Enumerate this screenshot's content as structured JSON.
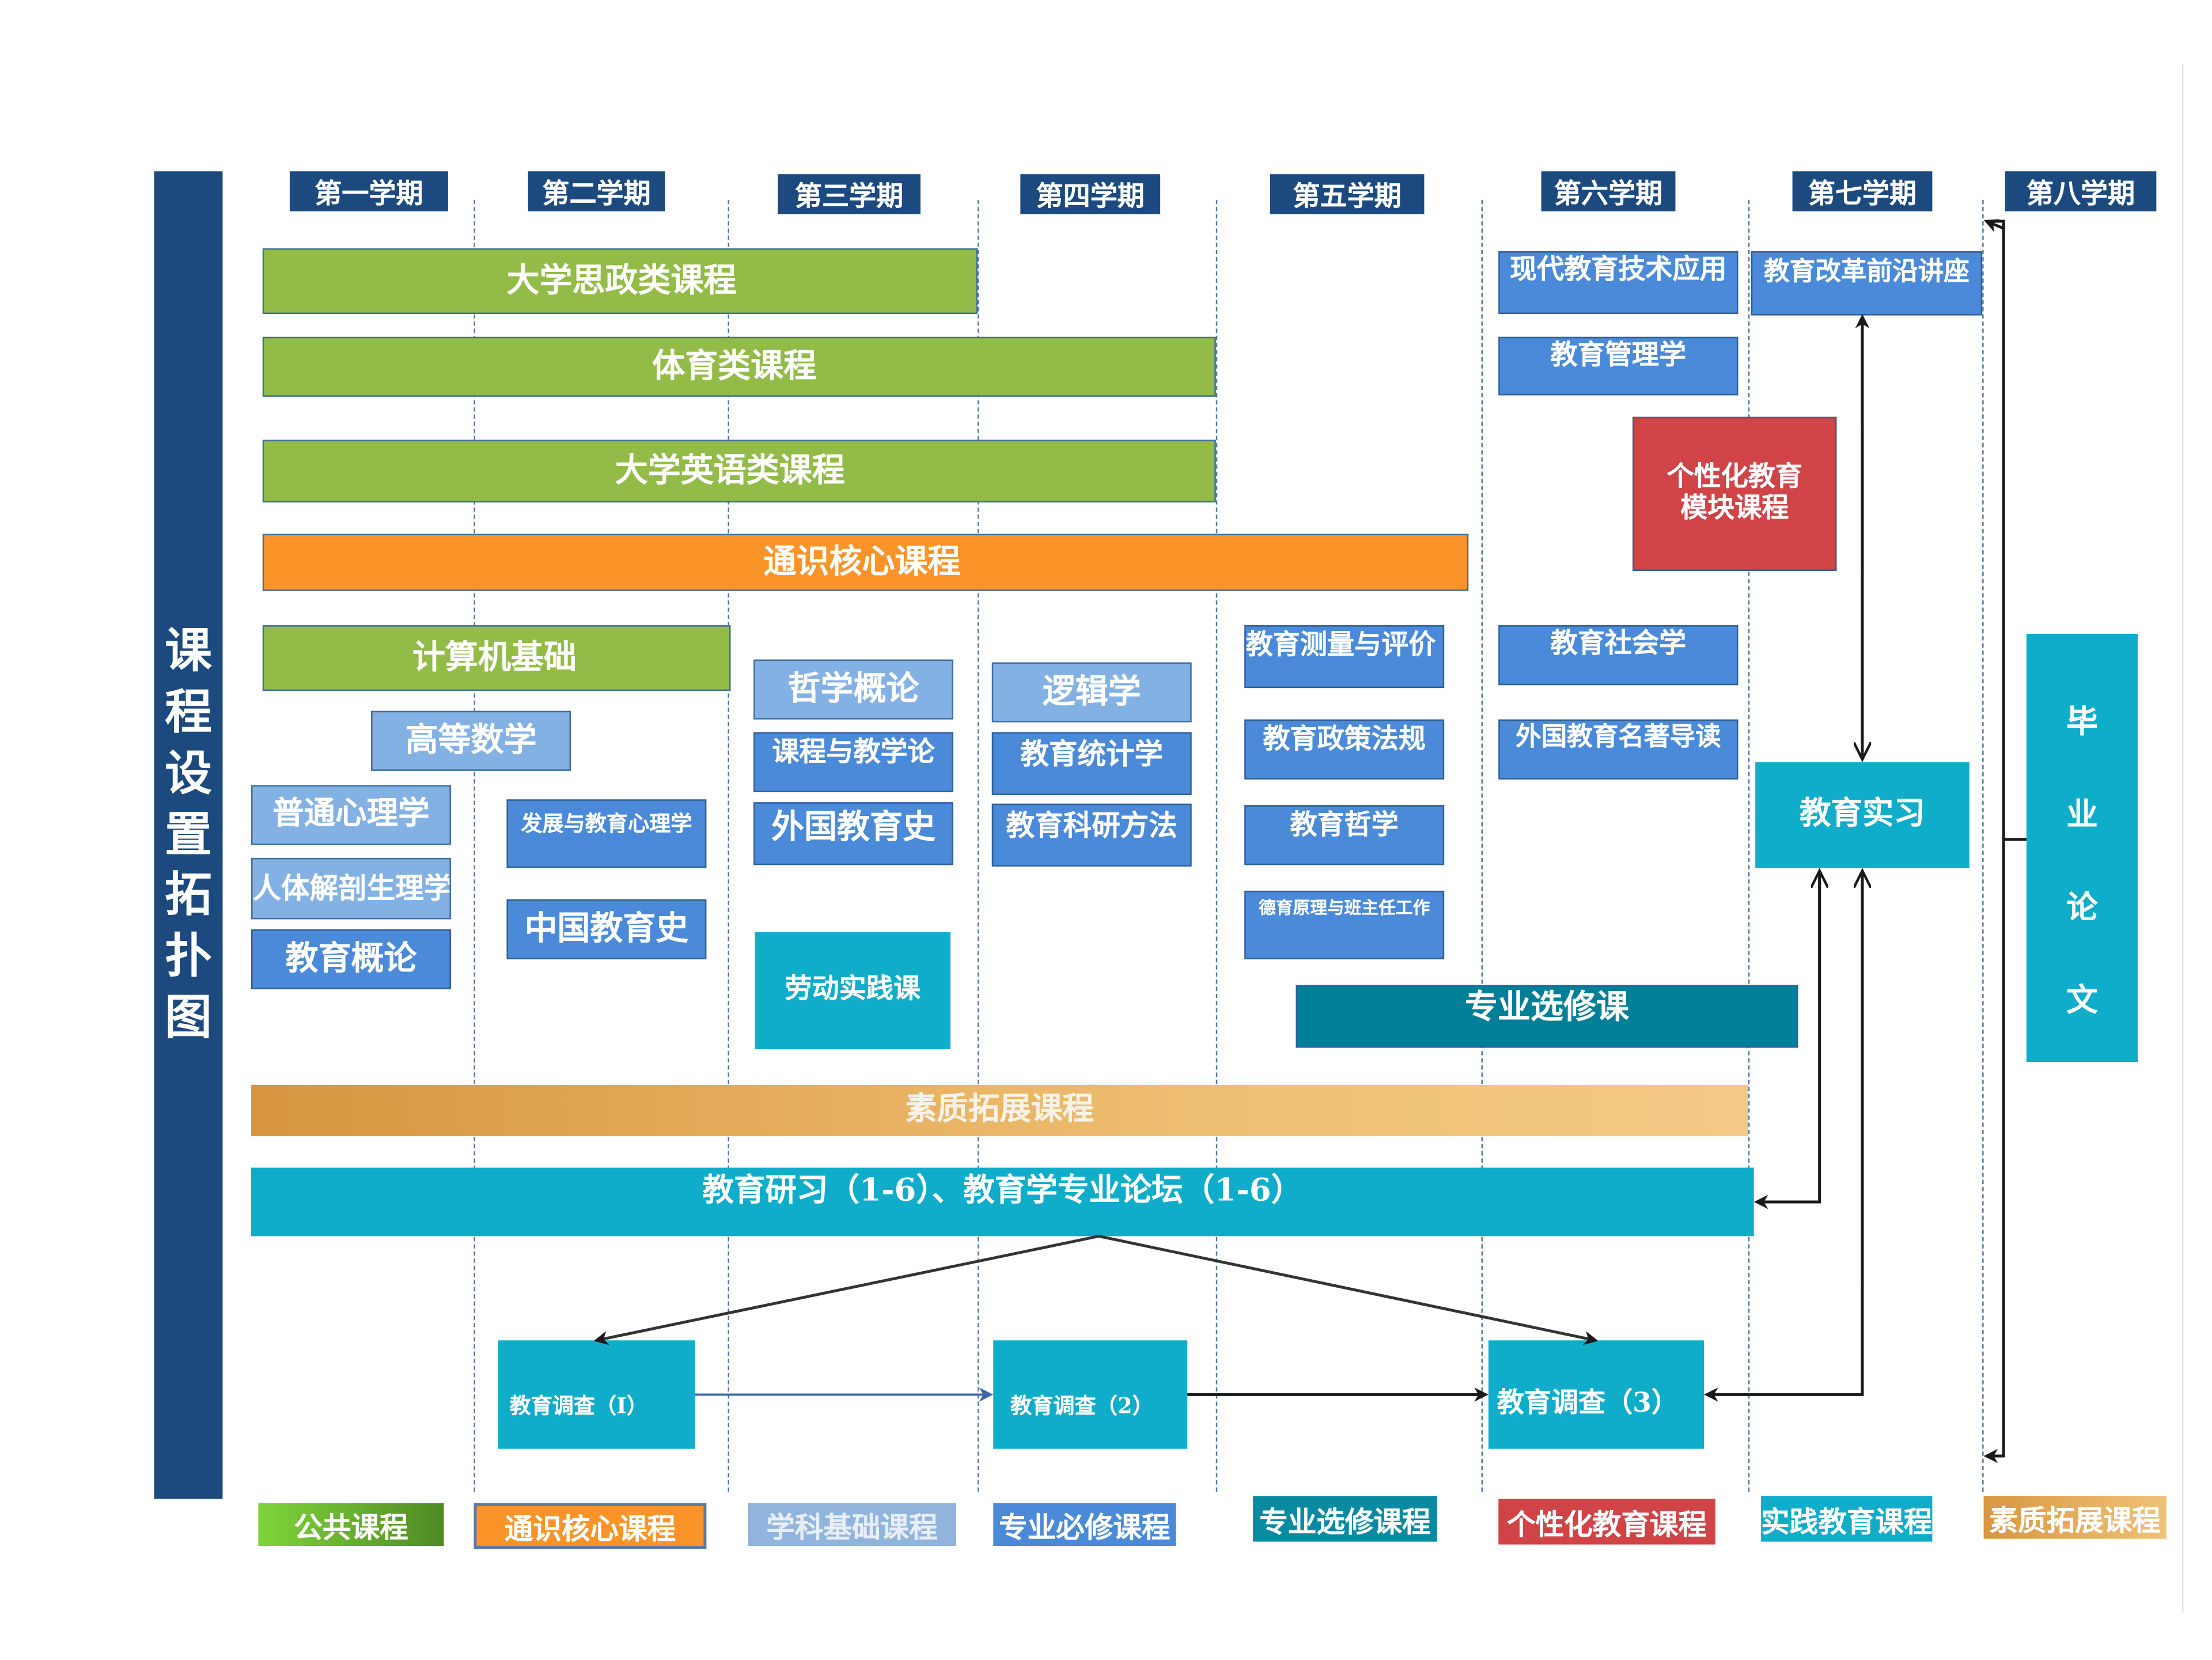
{
  "title": "课程设置拓扑图",
  "semesters": [
    "第一学期",
    "第二学期",
    "第三学期",
    "第四学期",
    "第五学期",
    "第六学期",
    "第七学期",
    "第八学期"
  ],
  "bars": {
    "politics": "大学思政类课程",
    "pe": "体育类课程",
    "english": "大学英语类课程",
    "general_core": "通识核心课程",
    "computer": "计算机基础",
    "quality": "素质拓展课程",
    "research": "教育研习（1-6）、教育学专业论坛（1-6）",
    "electives": "专业选修课"
  },
  "courses": {
    "math": "高等数学",
    "gen_psych": "普通心理学",
    "anatomy": "人体解剖生理学",
    "edu_intro": "教育概论",
    "dev_psych": "发展与教育心理学",
    "cn_edu_history": "中国教育史",
    "philosophy": "哲学概论",
    "curriculum": "课程与教学论",
    "foreign_edu_history": "外国教育史",
    "labor": "劳动实践课",
    "logic": "逻辑学",
    "edu_stats": "教育统计学",
    "edu_research_methods": "教育科研方法",
    "edu_measurement": "教育测量与评价",
    "edu_policy": "教育政策法规",
    "edu_philosophy": "教育哲学",
    "moral_edu": "德育原理与班主任工作",
    "modern_tech": "现代教育技术应用",
    "edu_management": "教育管理学",
    "edu_sociology": "教育社会学",
    "foreign_classics": "外国教育名著导读",
    "reform_lecture": "教育改革前沿讲座",
    "personalized_line1": "个性化教育",
    "personalized_line2": "模块课程",
    "internship": "教育实习",
    "thesis": [
      "毕",
      "业",
      "论",
      "文"
    ],
    "survey1": "教育调查（Ⅰ）",
    "survey2": "教育调查（2）",
    "survey3": "教育调查（3）"
  },
  "legend": [
    {
      "label": "公共课程",
      "color": "#6fbf3a"
    },
    {
      "label": "通识核心课程",
      "color": "#fa9429"
    },
    {
      "label": "学科基础课程",
      "color": "#90b4dc"
    },
    {
      "label": "专业必修课程",
      "color": "#4a8ad8"
    },
    {
      "label": "专业选修课程",
      "color": "#0a8aa0"
    },
    {
      "label": "个性化教育课程",
      "color": "#d04347"
    },
    {
      "label": "实践教育课程",
      "color": "#0fadca"
    },
    {
      "label": "素质拓展课程",
      "color": "#e5a94e"
    }
  ]
}
